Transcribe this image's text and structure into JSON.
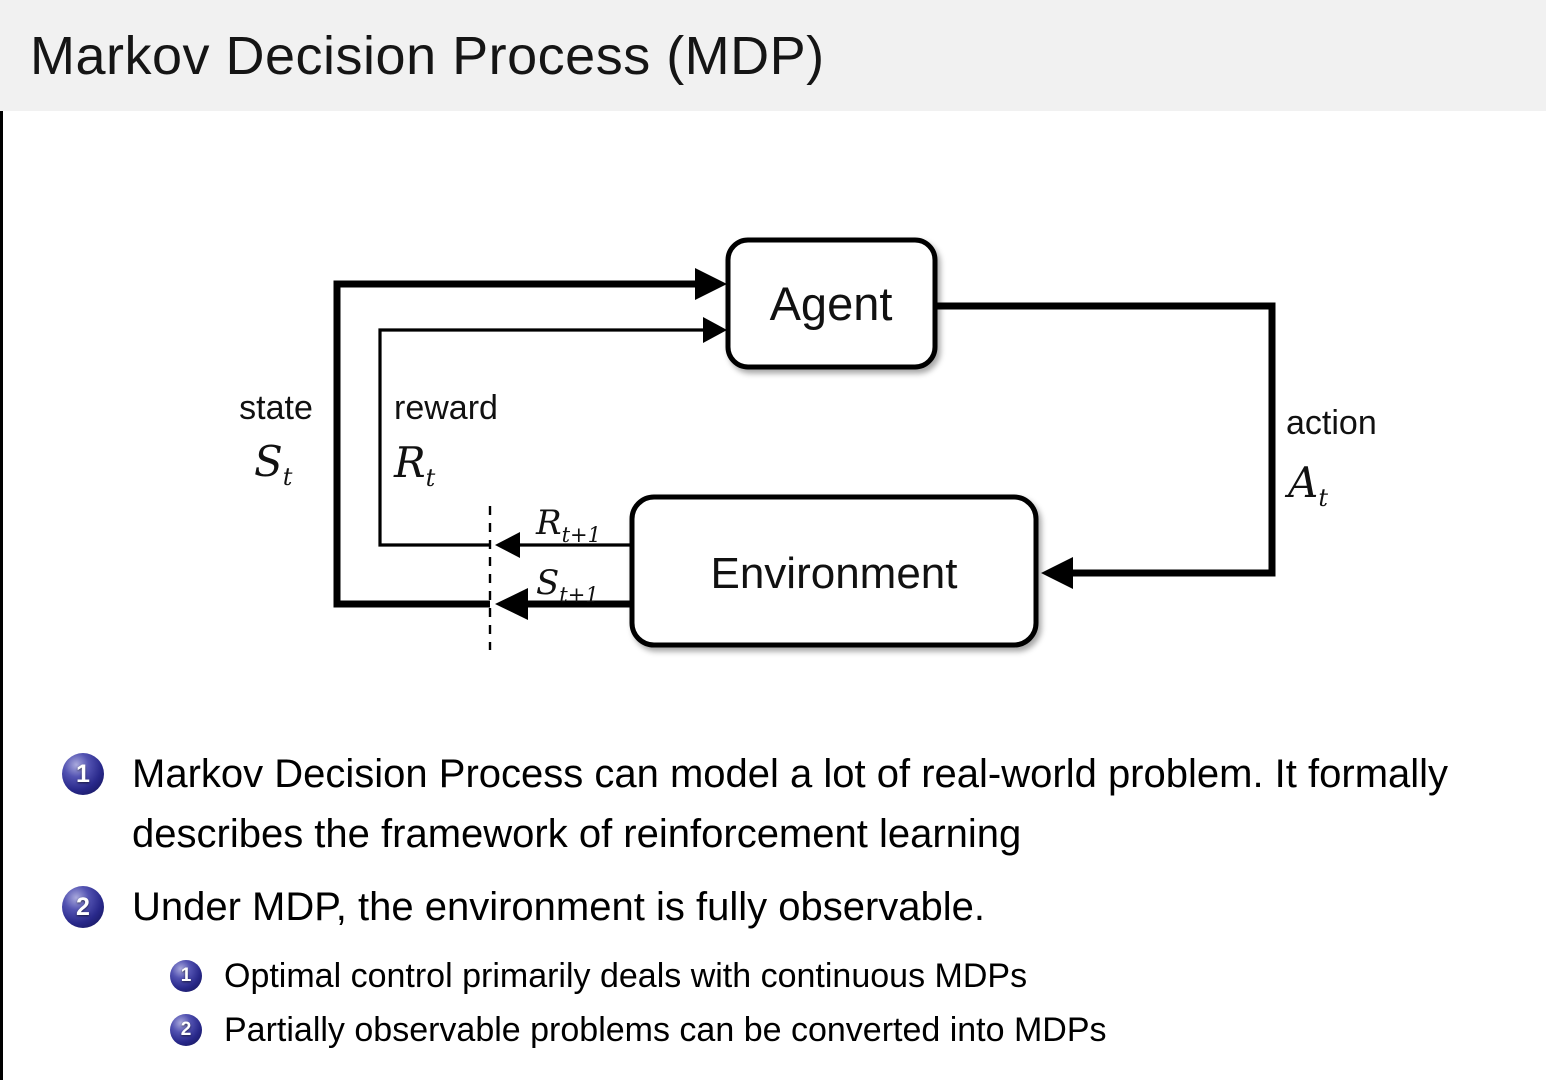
{
  "slide": {
    "title": "Markov Decision Process (MDP)"
  },
  "colors": {
    "header_bg": "#f1f1f1",
    "ball_navy": "#28288a",
    "stroke": "#000000",
    "text": "#111111"
  },
  "diagram": {
    "agent_label": "Agent",
    "environment_label": "Environment",
    "state_label": "state",
    "state_symbol": "S",
    "state_sub": "t",
    "reward_label": "reward",
    "reward_symbol": "R",
    "reward_sub": "t",
    "next_reward_symbol": "R",
    "next_reward_sub": "t+1",
    "next_state_symbol": "S",
    "next_state_sub": "t+1",
    "action_label": "action",
    "action_symbol": "A",
    "action_sub": "t"
  },
  "bullets": {
    "items": [
      {
        "number": "1",
        "text": "Markov Decision Process can model a lot of real-world problem. It formally describes the framework of reinforcement learning"
      },
      {
        "number": "2",
        "text": "Under MDP, the environment is fully observable.",
        "children": [
          {
            "number": "1",
            "text": "Optimal control primarily deals with continuous MDPs"
          },
          {
            "number": "2",
            "text": "Partially observable problems can be converted into MDPs"
          }
        ]
      }
    ]
  }
}
